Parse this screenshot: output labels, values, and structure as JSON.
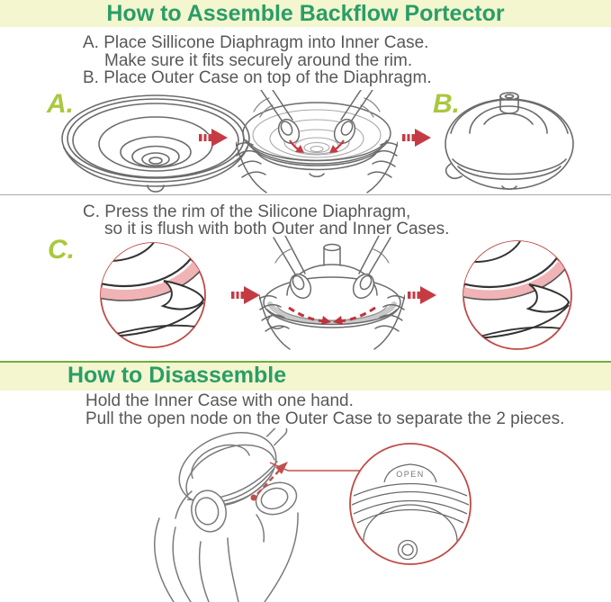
{
  "assemble": {
    "title": "How to Assemble Backflow Portector",
    "steps": {
      "a1": "A. Place Sillicone Diaphragm into Inner Case.",
      "a2": "Make sure it fits securely around the rim.",
      "b": "B. Place Outer Case on top of the Diaphragm.",
      "c1": "C. Press the rim of the Silicone Diaphragm,",
      "c2": "so it is flush with both Outer and Inner Cases."
    },
    "labels": {
      "a": "A.",
      "b": "B.",
      "c": "C."
    }
  },
  "disassemble": {
    "title": "How to Disassemble",
    "line1": "Hold the Inner Case with one hand.",
    "line2": "Pull the open node on the Outer Case to separate the 2 pieces.",
    "open_label": "OPEN"
  },
  "colors": {
    "header_band": "#f3f6ce",
    "title_green": "#2a9d68",
    "label_green": "#a9c83d",
    "body_text": "#58585a",
    "arrow_red": "#c53b44",
    "diagram_red": "#c0504d",
    "diaphragm_pink": "#f0b3b6",
    "line_art": "#6b6b6b"
  }
}
